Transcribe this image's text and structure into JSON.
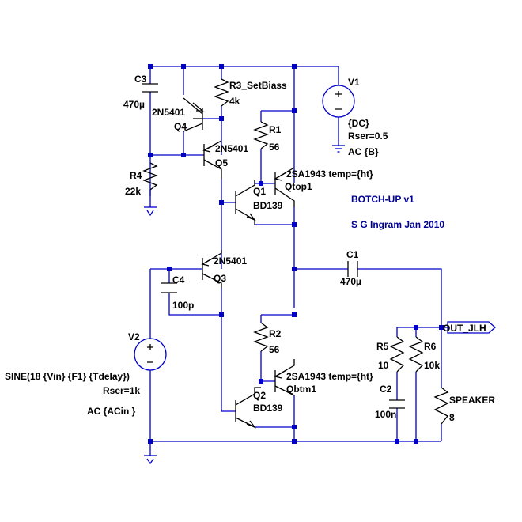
{
  "labels": {
    "c3": "C3",
    "c3_val": "470µ",
    "q4_model": "2N5401",
    "q4": "Q4",
    "r3": "R3_SetBiass",
    "r3_val": "4k",
    "v1": "V1",
    "v1_dc": "{DC}",
    "v1_rser": "Rser=0.5",
    "v1_ac": "AC {B}",
    "r1": "R1",
    "r1_val": "56",
    "q5_model": "2N5401",
    "q5": "Q5",
    "r4": "R4",
    "r4_val": "22k",
    "qtop_model": "2SA1943 temp={ht}",
    "qtop": "Qtop1",
    "q1": "Q1",
    "q1_model": "BD139",
    "q3_model": "2N5401",
    "q3": "Q3",
    "c4": "C4",
    "c4_val": "100p",
    "c1": "C1",
    "c1_val": "470µ",
    "out": "OUT_JLH",
    "r2": "R2",
    "r2_val": "56",
    "v2": "V2",
    "v2_sine": "SINE(18 {Vin} {F1} {Tdelay})",
    "v2_rser": "Rser=1k",
    "v2_ac": "AC {ACin }",
    "r5": "R5",
    "r5_val": "10",
    "r6": "R6",
    "r6_val": "10k",
    "qbtm_model": "2SA1943 temp={ht}",
    "qbtm": "Qbtm1",
    "q2": "Q2",
    "q2_model": "BD139",
    "c2": "C2",
    "c2_val": "100n",
    "speaker": "SPEAKER",
    "speaker_val": "8"
  },
  "notes": {
    "title": "BOTCH-UP v1",
    "author": "S G Ingram Jan 2010"
  },
  "colors": {
    "wire": "#0000cc",
    "component": "#000000",
    "note_text": "#000099",
    "background": "#ffffff"
  }
}
